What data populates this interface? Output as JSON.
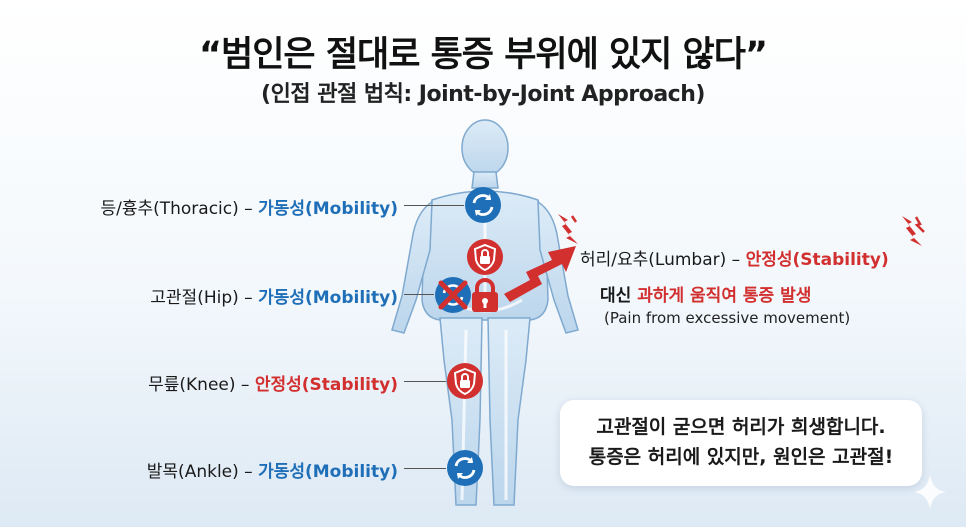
{
  "header": {
    "title": "“범인은 절대로 통증 부위에 있지 않다”",
    "subtitle": "(인접 관절 법칙: Joint-by-Joint Approach)"
  },
  "joints": [
    {
      "name": "등/흉추(Thoracic)",
      "sep": " – ",
      "role": "가동성(Mobility)",
      "type": "mobility"
    },
    {
      "name": "고관절(Hip)",
      "sep": " – ",
      "role": "가동성(Mobility)",
      "type": "mobility"
    },
    {
      "name": "무릎(Knee)",
      "sep": " – ",
      "role": "안정성(Stability)",
      "type": "stability"
    },
    {
      "name": "발목(Ankle)",
      "sep": " – ",
      "role": "가동성(Mobility)",
      "type": "mobility"
    }
  ],
  "lumbar": {
    "name": "허리/요추(Lumbar)",
    "sep": " – ",
    "role": "안정성(Stability)",
    "pain_prefix": "대신 ",
    "pain_highlight": "과하게 움직여 통증 발생",
    "pain_english": "(Pain from excessive movement)"
  },
  "callout": {
    "line1": "고관절이 굳으면 허리가 희생합니다.",
    "line2": "통증은 허리에 있지만, 원인은 고관절!"
  },
  "colors": {
    "mobility": "#1f6fb8",
    "stability": "#d22f2f",
    "body": "#cfe3f3",
    "body_outline": "#7fa9cf"
  },
  "icons": {
    "mobility": "rotate-arrows-icon",
    "stability": "shield-lock-icon",
    "blocked": "blocked-rotation-icon",
    "lock": "padlock-icon",
    "pain": "lightning-bolt-icon",
    "arrow": "zigzag-arrow-icon",
    "sparkle": "sparkle-icon"
  }
}
